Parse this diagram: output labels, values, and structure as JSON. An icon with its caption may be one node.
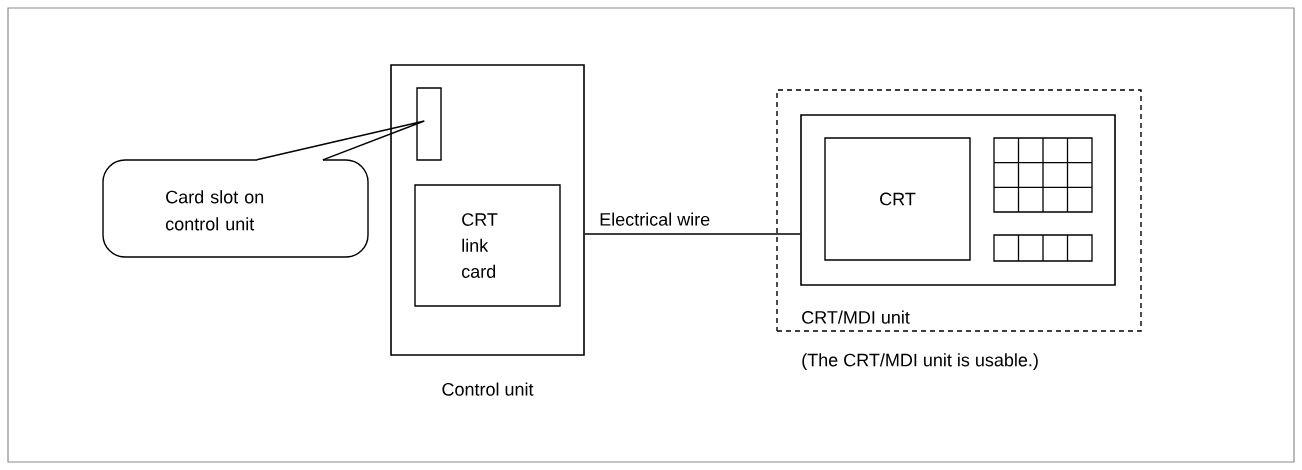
{
  "diagram": {
    "nodes": [
      {
        "text": [
          "Control unit"
        ]
      },
      {
        "text": [],
        "shape": "box",
        "in": 0
      },
      {
        "text": [
          "CRT link card"
        ],
        "in": 0
      },
      {
        "text": [
          "Card slot on control unit"
        ]
      },
      {
        "text": [
          "CRT/MDI unit"
        ],
        "beside": [
          "(The CRT/MDI unit is usable.)"
        ]
      },
      {
        "text": [],
        "shape": "box",
        "in": 4
      },
      {
        "text": [
          "CRT"
        ],
        "in": 5
      }
    ],
    "edges": [
      {
        "from": 3,
        "to": 1,
        "arrow": "none"
      },
      {
        "from": 0,
        "to": 5,
        "arrow": "none",
        "label": "Electrical wire"
      }
    ]
  }
}
